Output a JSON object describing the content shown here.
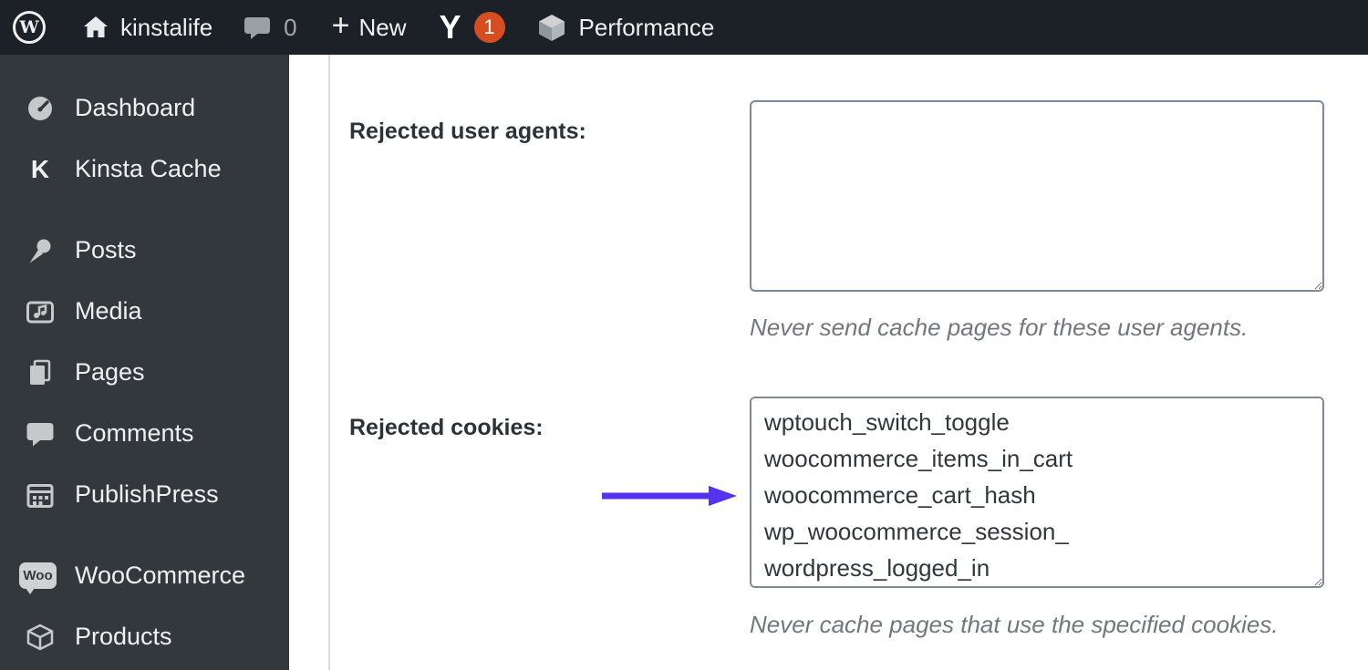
{
  "topbar": {
    "wp_logo_letter": "W",
    "site_name": "kinstalife",
    "comments_count": "0",
    "plus_sign": "+",
    "new_label": "New",
    "yoast_letter": "Y",
    "yoast_badge_count": "1",
    "performance_label": "Performance"
  },
  "sidebar": {
    "items": [
      {
        "label": "Dashboard"
      },
      {
        "label": "Kinsta Cache",
        "icon_letter": "K"
      },
      {
        "label": "Posts"
      },
      {
        "label": "Media"
      },
      {
        "label": "Pages"
      },
      {
        "label": "Comments"
      },
      {
        "label": "PublishPress"
      },
      {
        "label": "WooCommerce",
        "icon_text": "Woo"
      },
      {
        "label": "Products"
      }
    ]
  },
  "main": {
    "fields": [
      {
        "label": "Rejected user agents:",
        "value": "",
        "help": "Never send cache pages for these user agents."
      },
      {
        "label": "Rejected cookies:",
        "value": "wptouch_switch_toggle\nwoocommerce_items_in_cart\nwoocommerce_cart_hash\nwp_woocommerce_session_\nwordpress_logged_in",
        "help": "Never cache pages that use the specified cookies."
      }
    ]
  },
  "icons": {
    "wordpress-logo-icon": "Ⓦ",
    "home-icon": "⌂",
    "comment-bubble-icon": "💬",
    "plus-icon": "+",
    "yoast-icon": "Y",
    "w3tc-cube-icon": "◧",
    "dashboard-icon": "◔",
    "pin-icon": "📌",
    "media-icon": "♪",
    "pages-icon": "❏",
    "comments-icon": "💬",
    "calendar-icon": "▦",
    "woocommerce-icon": "Woo",
    "products-icon": "◫"
  },
  "colors": {
    "topbar_bg": "#1b2127",
    "sidebar_bg": "#33383d",
    "arrow_purple": "#5333ed",
    "badge_orange": "#d54e21",
    "textarea_border": "#7e8993",
    "help_gray": "#72777c"
  }
}
